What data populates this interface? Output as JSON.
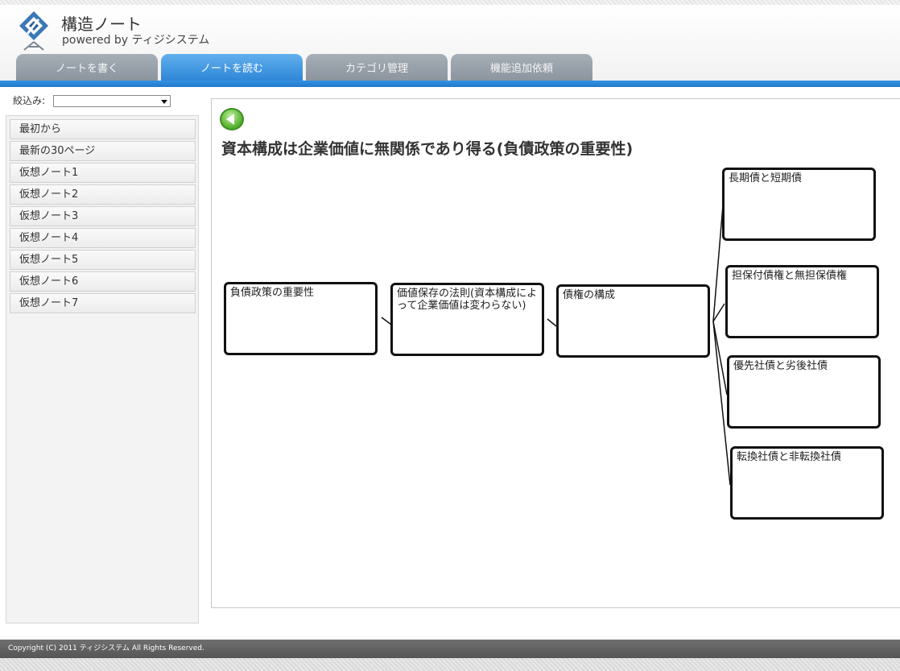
{
  "header": {
    "app_title": "構造ノート",
    "subtitle": "powered by ティジシステム",
    "tabs": [
      "ノートを書く",
      "ノートを読む",
      "カテゴリ管理",
      "機能追加依頼"
    ],
    "active_tab": "ノートを読む",
    "accent_color": "#2e86d6"
  },
  "sidebar": {
    "filter_label": "絞込み:",
    "filter_value": "",
    "items": [
      "最初から",
      "最新の30ページ",
      "仮想ノート1",
      "仮想ノート2",
      "仮想ノート3",
      "仮想ノート4",
      "仮想ノート5",
      "仮想ノート6",
      "仮想ノート7"
    ]
  },
  "main": {
    "title": "資本構成は企業価値に無関係であり得る(負債政策の重要性)",
    "nodes": [
      "負債政策の重要性",
      "価値保存の法則(資本構成によって企業価値は変わらない)",
      "債権の構成",
      "長期債と短期債",
      "担保付債権と無担保債権",
      "優先社債と劣後社債",
      "転換社債と非転換社債"
    ]
  },
  "footer": {
    "copyright": "Copyright (C) 2011 ティジシステム All Rights Reserved."
  }
}
